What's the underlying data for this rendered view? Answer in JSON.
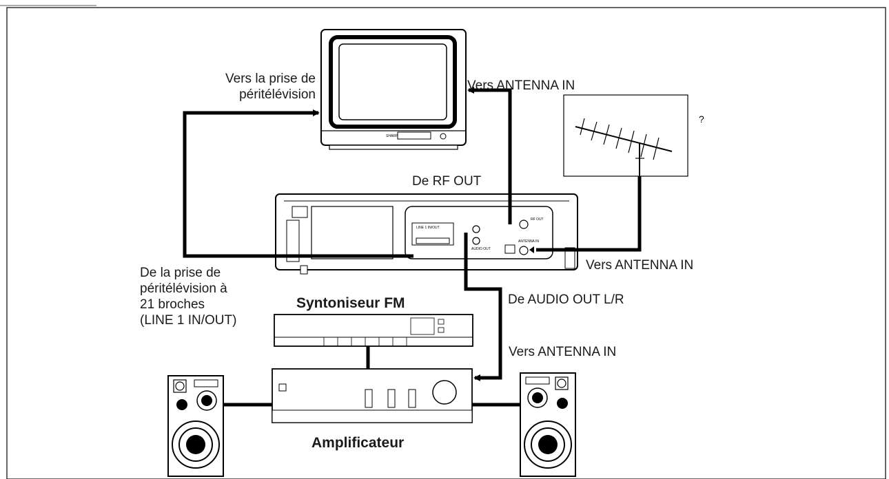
{
  "labels": {
    "vers_prise_peritel": [
      "Vers la prise de",
      "péritélévision"
    ],
    "vers_antenna_tv": "Vers ANTENNA IN",
    "de_rf_out": "De RF OUT",
    "vers_antenna_vcr": "Vers ANTENNA IN",
    "de_prise_peritel": [
      "De la prise de",
      "péritélévision à",
      "21 broches",
      "(LINE 1 IN/OUT)"
    ],
    "syntoniseur": "Syntoniseur FM",
    "de_audio_out": "De AUDIO OUT L/R",
    "vers_antenna_amp": "Vers ANTENNA IN",
    "amplificateur": "Amplificateur"
  },
  "device_markings": {
    "vcr_rf_out": "RF OUT",
    "vcr_audio_out": "AUDIO OUT",
    "vcr_antenna_in": "ANTENNA IN",
    "vcr_line": "LINE 1 IN/OUT",
    "tv_brand": "SHARP",
    "ant_symbol": "?"
  }
}
